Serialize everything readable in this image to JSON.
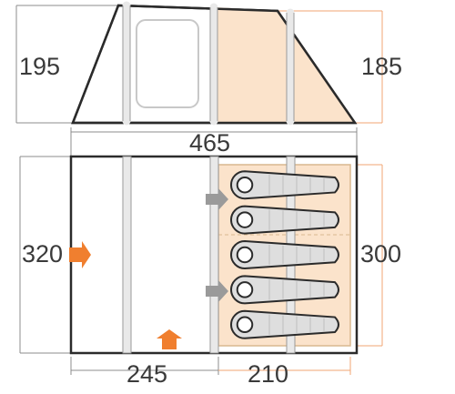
{
  "diagram": {
    "side_view": {
      "left_height_label": "195",
      "right_height_label": "185",
      "length_label": "465"
    },
    "floor_plan": {
      "left_width_label": "320",
      "right_width_label": "300",
      "living_length_label": "245",
      "bedroom_length_label": "210",
      "sleeping_bag_count": 5
    },
    "colors": {
      "outline": "#2b2b2b",
      "frame": "#e9e9e9",
      "bedroom_fill": "#fbe3cb",
      "bedroom_border": "#d9b88f",
      "accent_arrow": "#f07f2f",
      "grey_arrow": "#9a9a9a",
      "dimension_line_grey": "#8c8c8c",
      "dimension_line_orange": "#f2a673",
      "sleeping_bag": "#dedede"
    }
  }
}
